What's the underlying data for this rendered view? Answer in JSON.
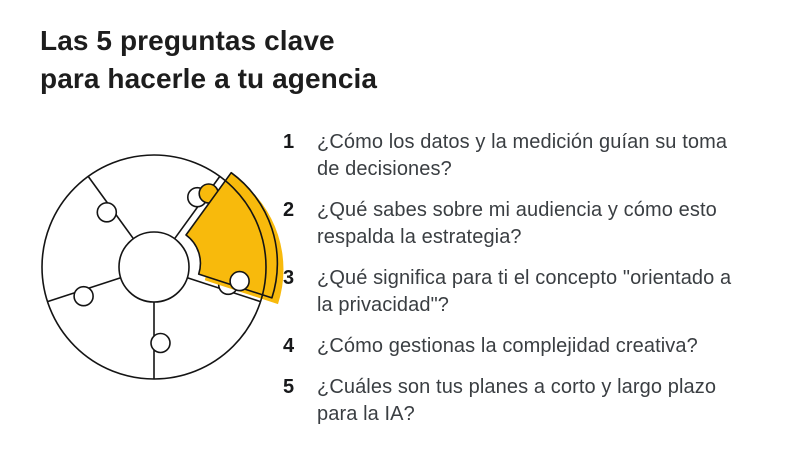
{
  "title": {
    "line1": "Las 5 preguntas clave",
    "line2": "para hacerle a tu agencia"
  },
  "questions": [
    {
      "number": "1",
      "text": "¿Cómo los datos y la medición guían su toma de decisiones?"
    },
    {
      "number": "2",
      "text": "¿Qué sabes sobre mi audiencia y cómo esto respalda la estrategia?"
    },
    {
      "number": "3",
      "text": "¿Qué significa para ti el concepto \"orientado a la privacidad\"?"
    },
    {
      "number": "4",
      "text": "¿Cómo gestionas la complejidad creativa?"
    },
    {
      "number": "5",
      "text": "¿Cuáles son tus planes a corto y largo plazo para la IA?"
    }
  ],
  "diagram": {
    "kind": "circular-jigsaw-wheel",
    "pieces_total": 5,
    "highlighted_pieces": 1,
    "highlight_position": "upper-right",
    "highlight_color": "#F8BA0C",
    "outline_color": "#141414",
    "background_color": "#ffffff"
  }
}
